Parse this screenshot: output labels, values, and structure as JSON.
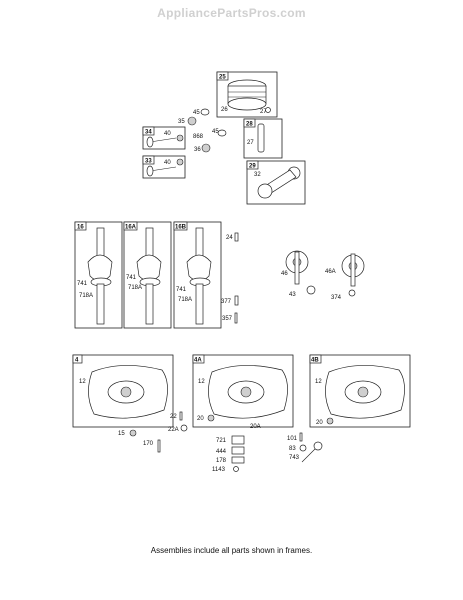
{
  "watermark": "AppliancePartsPros.com",
  "footnote": "Assemblies include all parts shown in frames.",
  "groups": {
    "piston": {
      "frame_tag": "25",
      "labels": [
        "26",
        "27"
      ]
    },
    "valves": {
      "labels": [
        "45",
        "35",
        "868",
        "45",
        "36"
      ]
    },
    "valve_exhaust": {
      "frame_tag": "34",
      "labels": [
        "40"
      ]
    },
    "valve_intake": {
      "frame_tag": "33",
      "labels": [
        "40"
      ]
    },
    "pushrods": {
      "frame_tag": "28",
      "labels": [
        "27"
      ]
    },
    "conrod": {
      "frame_tag": "29",
      "labels": [
        "32"
      ]
    },
    "crank_16": {
      "frame_tag": "16",
      "labels": [
        "741",
        "718A"
      ]
    },
    "crank_16a": {
      "frame_tag": "16A",
      "labels": [
        "741",
        "718A"
      ]
    },
    "crank_16b": {
      "frame_tag": "16B",
      "labels": [
        "741",
        "718A"
      ]
    },
    "crank_loose": {
      "labels": [
        "24",
        "377",
        "357"
      ]
    },
    "camshaft": {
      "labels": [
        "46",
        "46A",
        "43",
        "374"
      ]
    },
    "sump_4": {
      "frame_tag": "4",
      "labels": [
        "12",
        "22",
        "22A",
        "15",
        "170"
      ]
    },
    "sump_4a": {
      "frame_tag": "4A",
      "labels": [
        "12",
        "20",
        "20A",
        "721",
        "444",
        "178",
        "1143"
      ]
    },
    "sump_4b": {
      "frame_tag": "4B",
      "labels": [
        "12",
        "20",
        "101",
        "83",
        "743"
      ]
    }
  }
}
